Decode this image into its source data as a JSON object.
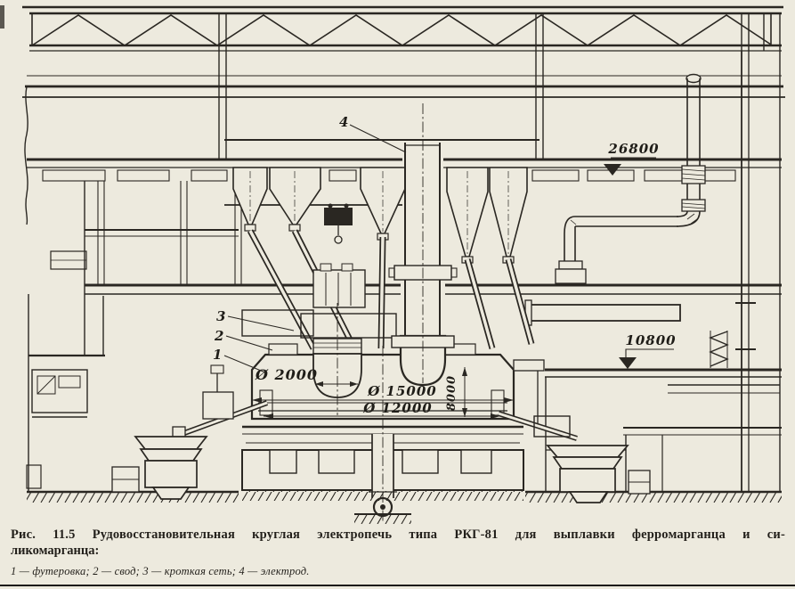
{
  "colors": {
    "paper": "#edeade",
    "ink": "#2a2722"
  },
  "drawing": {
    "dimensions": {
      "level_top": "26800",
      "level_mid": "10800",
      "dia_electrode": "Ø 2000",
      "dia_shell": "Ø 15000",
      "dia_lining": "Ø 12000",
      "height_bath": "8000"
    },
    "callouts": {
      "c1": "1",
      "c2": "2",
      "c3": "3",
      "c4": "4"
    }
  },
  "caption": {
    "line1": "Рис. 11.5 Рудовосстановительная круглая электропечь типа РКГ-81 для выплавки ферромарганца и си-",
    "line2": "ликомарганца:",
    "legend": "1 — футеровка; 2 — свод; 3 — кроткая сеть; 4 — электрод."
  }
}
